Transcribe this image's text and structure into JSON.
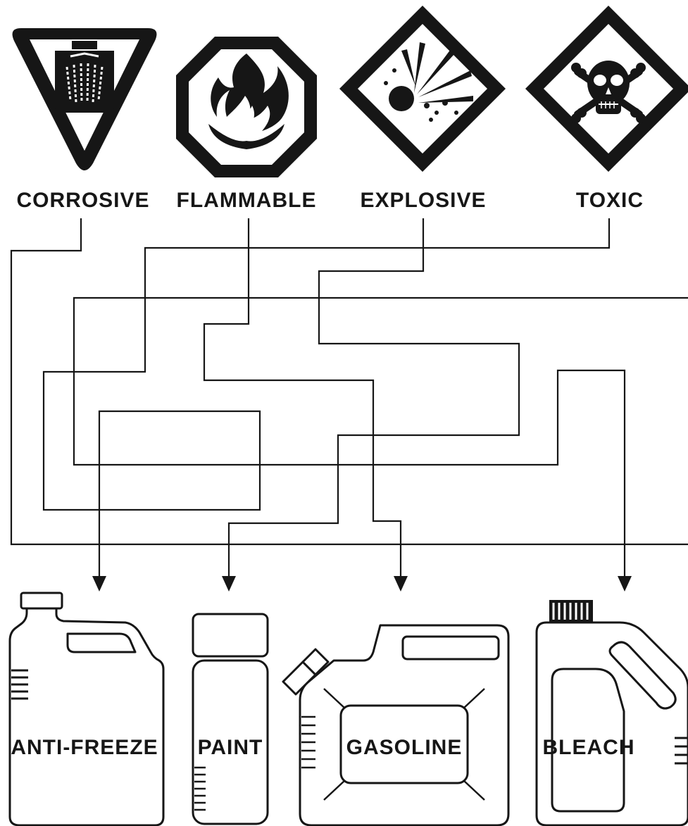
{
  "hazards": [
    {
      "label": "CORROSIVE",
      "icon": "corrosive-icon"
    },
    {
      "label": "FLAMMABLE",
      "icon": "flammable-icon"
    },
    {
      "label": "EXPLOSIVE",
      "icon": "explosive-icon"
    },
    {
      "label": "TOXIC",
      "icon": "toxic-icon"
    }
  ],
  "products": [
    {
      "label": "ANTI-FREEZE",
      "icon": "jug-icon"
    },
    {
      "label": "PAINT",
      "icon": "paint-bottle-icon"
    },
    {
      "label": "GASOLINE",
      "icon": "jerry-can-icon"
    },
    {
      "label": "BLEACH",
      "icon": "bleach-bottle-icon"
    }
  ],
  "colors": {
    "ink": "#161616",
    "paper": "#ffffff"
  }
}
